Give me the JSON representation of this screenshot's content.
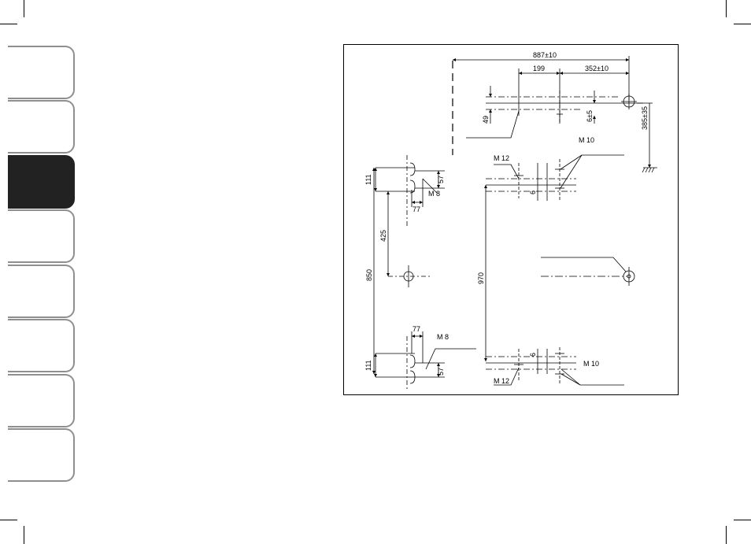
{
  "tabs": {
    "count": 8,
    "active_index": 2
  },
  "diagram": {
    "dims": {
      "d887": "887±10",
      "d199": "199",
      "d352": "352±10",
      "d49": "49",
      "d6p5": "6±5",
      "d385": "385±35",
      "d111a": "111",
      "d57a": "57",
      "d77a": "77",
      "d425": "425",
      "d850": "850",
      "d970": "970",
      "d6a": "6",
      "d77b": "77",
      "d6b": "6",
      "d111b": "111",
      "d57b": "57"
    },
    "labels": {
      "m10_top": "M 10",
      "m12_top": "M 12",
      "m8_top": "M 8",
      "m8_bottom": "M 8",
      "m10_bottom": "M 10",
      "m12_bottom": "M 12"
    }
  }
}
